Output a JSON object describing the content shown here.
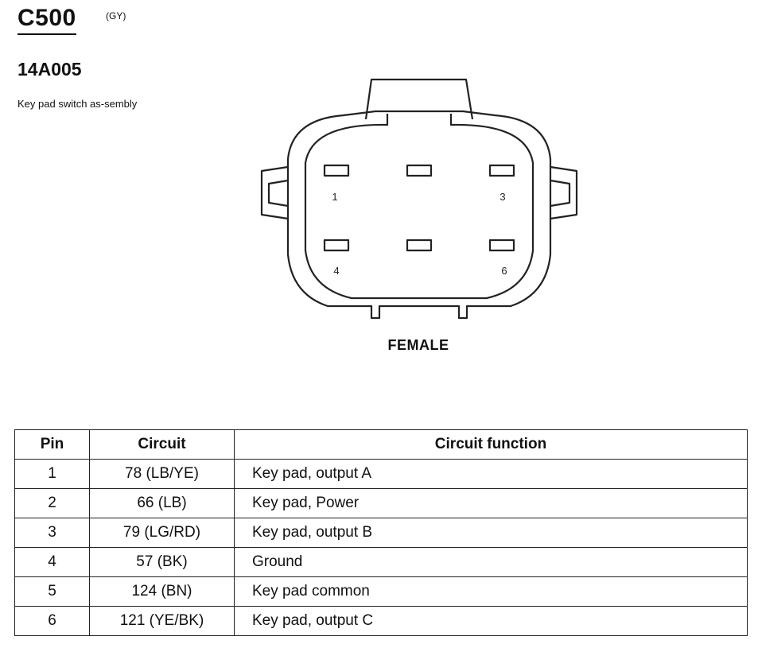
{
  "connector": {
    "id": "C500",
    "color": "(GY)",
    "part_number": "14A005",
    "description": "Key pad switch as-sembly",
    "gender": "FEMALE",
    "pin_labels": [
      "1",
      "3",
      "4",
      "6"
    ]
  },
  "table": {
    "headers": [
      "Pin",
      "Circuit",
      "Circuit function"
    ],
    "rows": [
      {
        "pin": "1",
        "circuit": "78 (LB/YE)",
        "function": "Key pad, output A"
      },
      {
        "pin": "2",
        "circuit": "66 (LB)",
        "function": "Key pad, Power"
      },
      {
        "pin": "3",
        "circuit": "79 (LG/RD)",
        "function": "Key pad, output B"
      },
      {
        "pin": "4",
        "circuit": "57 (BK)",
        "function": "Ground"
      },
      {
        "pin": "5",
        "circuit": "124 (BN)",
        "function": "Key pad common"
      },
      {
        "pin": "6",
        "circuit": "121 (YE/BK)",
        "function": "Key pad, output C"
      }
    ]
  }
}
